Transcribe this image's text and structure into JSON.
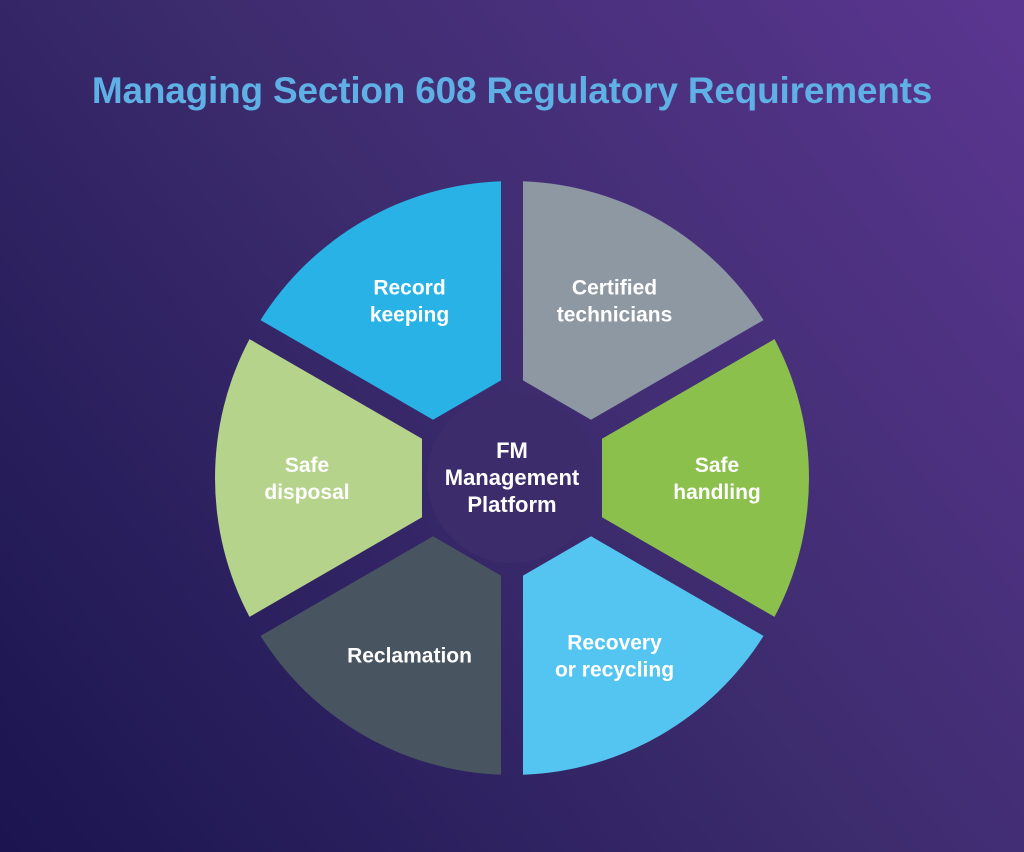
{
  "title": "Managing Section 608 Regulatory Requirements",
  "title_color": "#5fb0e4",
  "background": {
    "dark": "#1a1450",
    "mid": "#3d2c6e",
    "bright": "#5b3691"
  },
  "wheel": {
    "hub": {
      "label_lines": [
        "FM",
        "Management",
        "Platform"
      ],
      "color": "#3c2c6c",
      "text_color": "#ffffff"
    },
    "divider_color": "#3c2c6c",
    "label_text_color": "#ffffff",
    "segments": [
      {
        "id": "record-keeping",
        "label_lines": [
          "Record",
          "keeping"
        ],
        "color": "#29b2e6",
        "bearing": 330
      },
      {
        "id": "certified-technicians",
        "label_lines": [
          "Certified",
          "technicians"
        ],
        "color": "#8e98a3",
        "bearing": 30
      },
      {
        "id": "safe-handling",
        "label_lines": [
          "Safe",
          "handling"
        ],
        "color": "#8bc04d",
        "bearing": 90
      },
      {
        "id": "recovery-or-recycling",
        "label_lines": [
          "Recovery",
          "or recycling"
        ],
        "color": "#54c5f0",
        "bearing": 150
      },
      {
        "id": "reclamation",
        "label_lines": [
          "Reclamation"
        ],
        "color": "#48545f",
        "bearing": 210
      },
      {
        "id": "safe-disposal",
        "label_lines": [
          "Safe",
          "disposal"
        ],
        "color": "#b5d38b",
        "bearing": 270
      }
    ]
  }
}
